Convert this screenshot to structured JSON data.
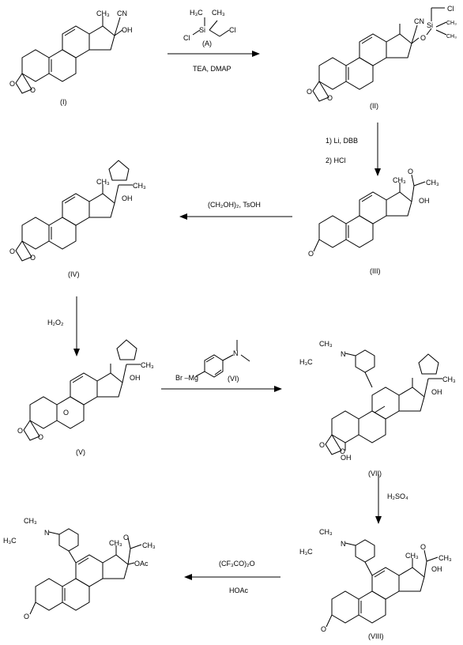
{
  "compounds": {
    "I": {
      "label": "(I)",
      "cn": "CN",
      "oh": "OH",
      "me": "CH₃"
    },
    "II": {
      "label": "(II)",
      "cn": "CN",
      "o": "O",
      "si": "Si",
      "cl": "Cl"
    },
    "III": {
      "label": "(III)",
      "oxo": "O",
      "oh": "OH",
      "me": "CH₃"
    },
    "IV": {
      "label": "(IV)",
      "oh": "OH",
      "me": "CH₃"
    },
    "V": {
      "label": "(V)",
      "oh": "OH",
      "epoxide_o": "O"
    },
    "VII": {
      "label": "(VII)",
      "oh": "OH",
      "oh5": "OH"
    },
    "VIII": {
      "label": "(VIII)",
      "oh": "OH"
    },
    "final": {
      "label": "",
      "oac": "OAc"
    }
  },
  "reagents": {
    "A": {
      "label": "(A)",
      "si": "Si",
      "cl1": "Cl",
      "cl2": "Cl",
      "h3c": "H₃C",
      "ch3": "CH₃",
      "conditions": "TEA, DMAP"
    },
    "step2": {
      "line1": "1) Li, DBB",
      "line2": "2)  HCl"
    },
    "step3": {
      "text": "(CH₂OH)₂, TsOH"
    },
    "step4": {
      "text": "H₂O₂"
    },
    "VI": {
      "label": "(VI)",
      "brmg": "Br –Mg",
      "n": "N"
    },
    "step6": {
      "text": "H₂SO₄"
    },
    "step7": {
      "line1": "(CF₃CO)₂O",
      "line2": "HOAc"
    }
  },
  "ring_labels": {
    "O": "O",
    "N": "N",
    "H3C": "H₃C",
    "CH3": "CH₃"
  }
}
